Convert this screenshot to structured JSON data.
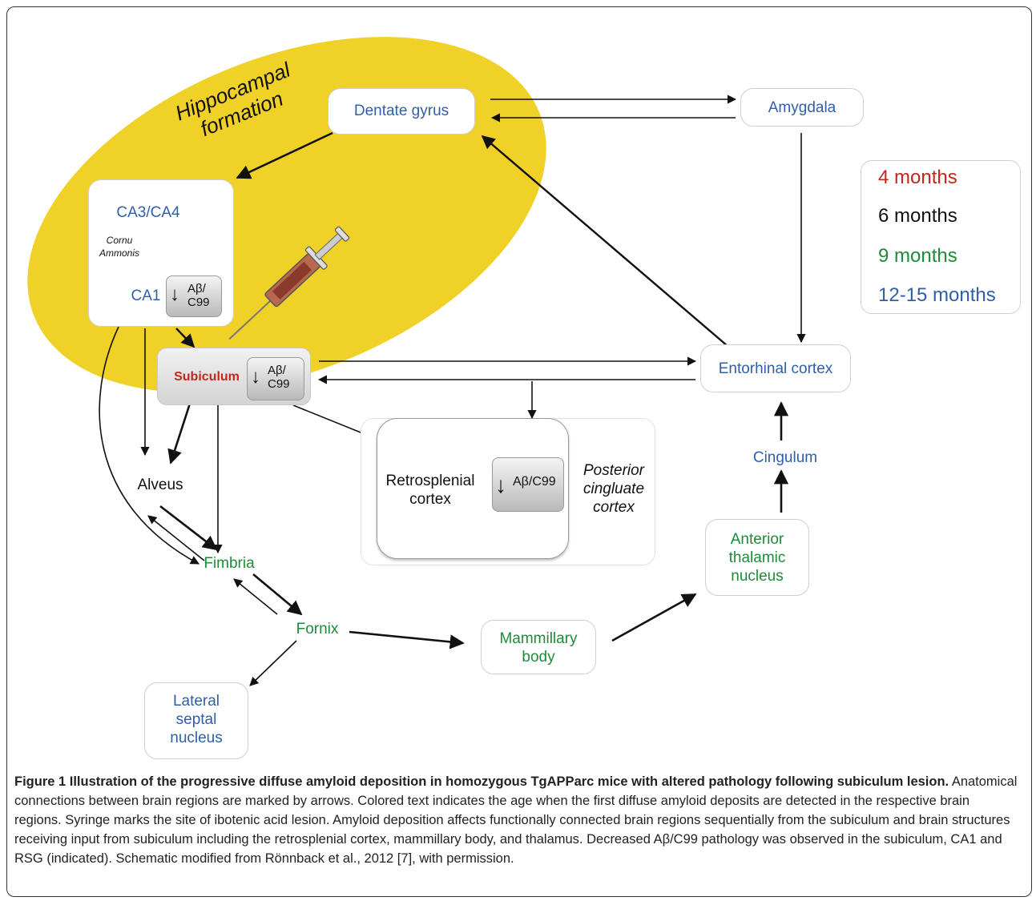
{
  "hippocampal_label": "Hippocampal\nformation",
  "nodes": {
    "dentate_gyrus": "Dentate gyrus",
    "amygdala": "Amygdala",
    "ca3_ca4": "CA3/CA4",
    "cornu_ammonis": "Cornu\nAmmonis",
    "ca1": "CA1",
    "subiculum": "Subiculum",
    "entorhinal_cortex": "Entorhinal cortex",
    "retrosplenial_cortex": "Retrosplenial\ncortex",
    "posterior_cingulate": "Posterior\ncingluate\ncortex",
    "alveus": "Alveus",
    "fimbria": "Fimbria",
    "fornix": "Fornix",
    "mammillary_body": "Mammillary\nbody",
    "anterior_thalamic": "Anterior\nthalamic\nnucleus",
    "cingulum": "Cingulum",
    "lateral_septal": "Lateral\nseptal\nnucleus"
  },
  "ab_badges": {
    "ca1": "Aβ/\nC99",
    "subiculum": "Aβ/\nC99",
    "retrosplenial": "Aβ/C99",
    "down_arrow": "↓"
  },
  "legend": [
    {
      "label": "4 months",
      "color": "#c0281e"
    },
    {
      "label": "6 months",
      "color": "#111111"
    },
    {
      "label": "9 months",
      "color": "#1f8b3a"
    },
    {
      "label": "12-15 months",
      "color": "#2e5fa8"
    }
  ],
  "colors": {
    "hippocampus_fill": "#f0d127",
    "blue_text": "#2e5fa8",
    "green_text": "#1f8b3a",
    "red_text": "#c0281e"
  },
  "syringe_icon": "syringe-icon",
  "caption": {
    "title": "Figure 1 Illustration of the progressive diffuse amyloid deposition in homozygous TgAPParc mice with altered pathology following subiculum lesion.",
    "body": " Anatomical connections between brain regions are marked by arrows. Colored text indicates the age when the first diffuse amyloid deposits are detected in the respective brain regions. Syringe marks the site of ibotenic acid lesion. Amyloid deposition affects functionally connected brain regions sequentially from the subiculum and brain structures receiving input from subiculum including the retrosplenial cortex, mammillary body, and thalamus. Decreased Aβ/C99 pathology was observed in the subiculum, CA1 and RSG (indicated). Schematic modified from Rönnback et al., 2012 [7], with permission."
  }
}
